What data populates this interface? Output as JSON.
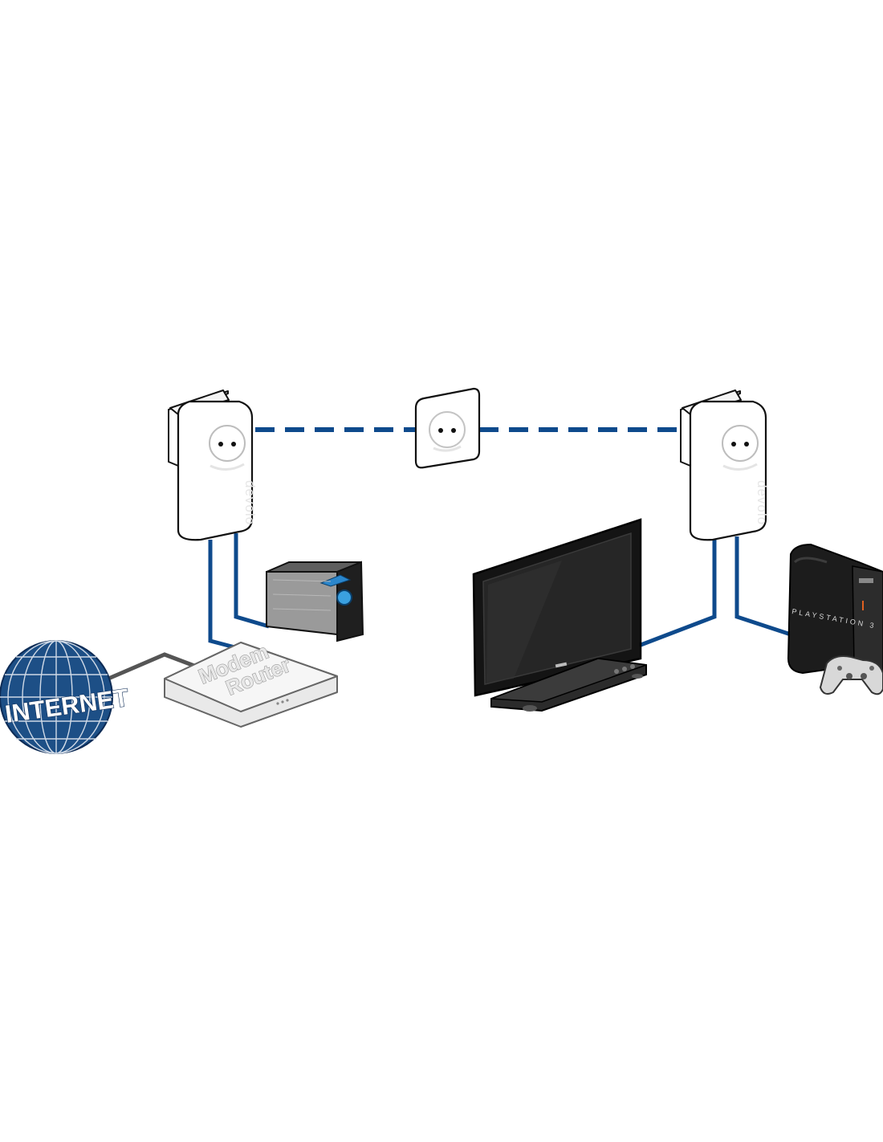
{
  "globe": {
    "label": "INTERNET"
  },
  "router": {
    "line1": "Modem",
    "line2": "Router"
  },
  "adapters": {
    "brand": "devolo"
  },
  "console": {
    "brand": "PLAYSTATION 3"
  },
  "colors": {
    "powerline": "#0e4a8c",
    "ethernet": "#0e4a8c",
    "internet_cable": "#555555",
    "globe_fill": "#1d4f86",
    "globe_grid": "#cfd9e6"
  },
  "icons": [
    "globe-icon",
    "router-icon",
    "nas-icon",
    "tv-icon",
    "set-top-box-icon",
    "game-console-icon",
    "gamepad-icon",
    "wall-socket-icon",
    "powerline-adapter-icon"
  ]
}
